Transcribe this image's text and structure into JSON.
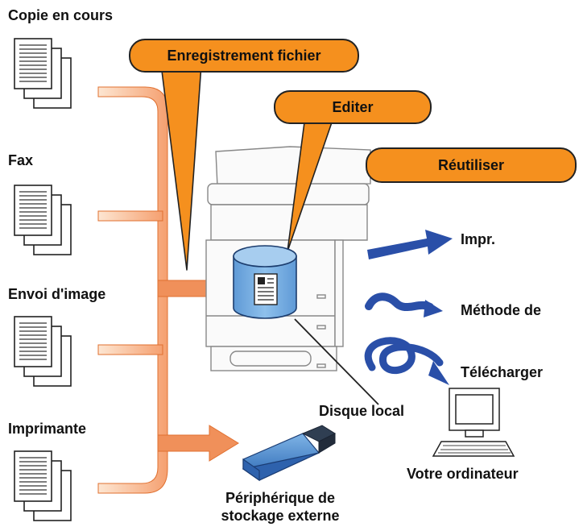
{
  "sources": {
    "copy": "Copie en cours",
    "fax": "Fax",
    "send": "Envoi d'image",
    "printer": "Imprimante"
  },
  "callouts": {
    "file_save": "Enregistrement fichier",
    "edit": "Editer",
    "reuse": "Réutiliser"
  },
  "outputs": {
    "print": "Impr.",
    "method": "Méthode de",
    "download": "Télécharger"
  },
  "labels": {
    "local_disk": "Disque local",
    "computer": "Votre ordinateur",
    "external_line1": "Périphérique de",
    "external_line2": "stockage externe"
  },
  "colors": {
    "accent_orange": "#f5901e",
    "arrow_blue": "#2a4fa8",
    "disk_blue": "#7ab0e0"
  }
}
